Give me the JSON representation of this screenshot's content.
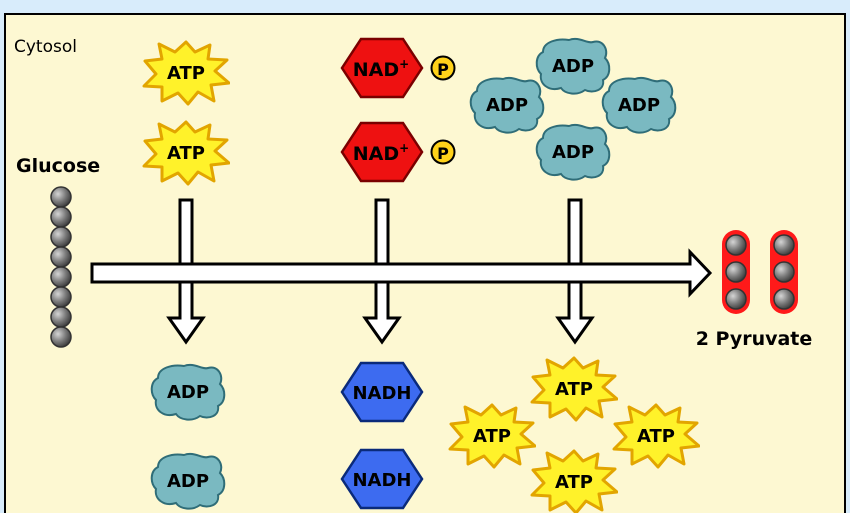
{
  "compartment_label": "Cytosol",
  "input_label": "Glucose",
  "output_label": "2 Pyruvate",
  "inputs": {
    "atp": [
      "ATP",
      "ATP"
    ],
    "nad": [
      {
        "base": "NAD",
        "sup": "+",
        "phosphate": "P"
      },
      {
        "base": "NAD",
        "sup": "+",
        "phosphate": "P"
      }
    ],
    "adp": [
      "ADP",
      "ADP",
      "ADP",
      "ADP"
    ]
  },
  "outputs": {
    "adp": [
      "ADP",
      "ADP"
    ],
    "nadh": [
      "NADH",
      "NADH"
    ],
    "atp": [
      "ATP",
      "ATP",
      "ATP",
      "ATP"
    ]
  },
  "colors": {
    "background": "#d8ecfb",
    "panel": "#fdf8d2",
    "panel_border": "#000000",
    "atp_fill": "#fff22a",
    "atp_stroke": "#e2a500",
    "adp_fill": "#7ab9c1",
    "nad_fill": "#ee1111",
    "nadh_fill": "#3d6bf0",
    "phosphate_fill": "#ffd21a",
    "bead_fill": "#7b7b7b",
    "pyruvate_ring": "#ff1a1a"
  }
}
